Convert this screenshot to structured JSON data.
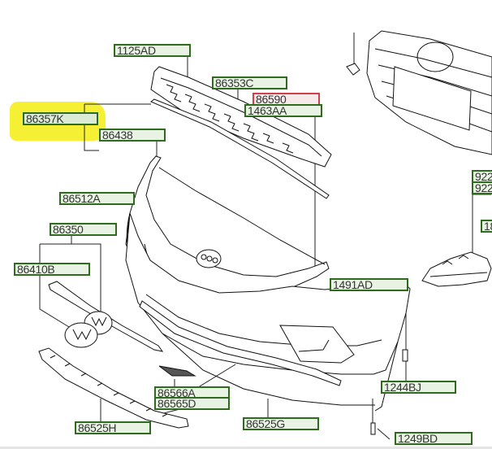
{
  "diagram": {
    "title": "Front bumper assembly exploded view",
    "highlight_color": "#f5ef2a",
    "label_border_color": "#2e6b1f",
    "selected_label_color": "#d0404a",
    "labels": [
      {
        "id": "1125AD",
        "text": "1125AD"
      },
      {
        "id": "86353C",
        "text": "86353C"
      },
      {
        "id": "86590",
        "text": "86590"
      },
      {
        "id": "1463AA",
        "text": "1463AA"
      },
      {
        "id": "86357K",
        "text": "86357K"
      },
      {
        "id": "86438",
        "text": "86438"
      },
      {
        "id": "86512A",
        "text": "86512A"
      },
      {
        "id": "86350",
        "text": "86350"
      },
      {
        "id": "86410B",
        "text": "86410B"
      },
      {
        "id": "1491AD",
        "text": "1491AD"
      },
      {
        "id": "1244BJ",
        "text": "1244BJ"
      },
      {
        "id": "86566A",
        "text": "86566A"
      },
      {
        "id": "86565D",
        "text": "86565D"
      },
      {
        "id": "86525G",
        "text": "86525G"
      },
      {
        "id": "86525H",
        "text": "86525H"
      },
      {
        "id": "1249BD",
        "text": "1249BD"
      },
      {
        "id": "922a",
        "text": "922"
      },
      {
        "id": "922b",
        "text": "922"
      },
      {
        "id": "18",
        "text": "18"
      }
    ]
  }
}
